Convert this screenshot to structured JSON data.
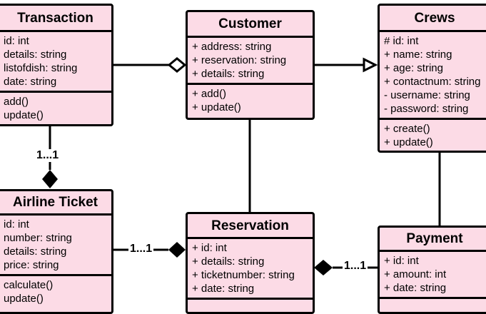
{
  "classes": {
    "transaction": {
      "name": "Transaction",
      "attributes": [
        "id: int",
        "details: string",
        "listofdish: string",
        "date: string"
      ],
      "operations": [
        "add()",
        "update()"
      ]
    },
    "customer": {
      "name": "Customer",
      "attributes": [
        "+ address: string",
        "+ reservation: string",
        "+ details: string"
      ],
      "operations": [
        "+ add()",
        "+ update()"
      ]
    },
    "crews": {
      "name": "Crews",
      "attributes": [
        "# id: int",
        "+ name: string",
        "+ age: string",
        "+ contactnum: string",
        "- username: string",
        "- password: string"
      ],
      "operations": [
        "+ create()",
        "+ update()"
      ]
    },
    "airline_ticket": {
      "name": "Airline Ticket",
      "attributes": [
        "id: int",
        "number: string",
        "details: string",
        "price: string"
      ],
      "operations": [
        "calculate()",
        "update()"
      ]
    },
    "reservation": {
      "name": "Reservation",
      "attributes": [
        "+ id: int",
        "+ details: string",
        "+ ticketnumber: string",
        "+ date: string"
      ],
      "operations": []
    },
    "payment": {
      "name": "Payment",
      "attributes": [
        "+ id: int",
        "+ amount: int",
        "+ date: string"
      ],
      "operations": []
    }
  },
  "multiplicities": {
    "transaction_airline": "1...1",
    "airline_reservation": "1...1",
    "reservation_payment": "1...1"
  }
}
